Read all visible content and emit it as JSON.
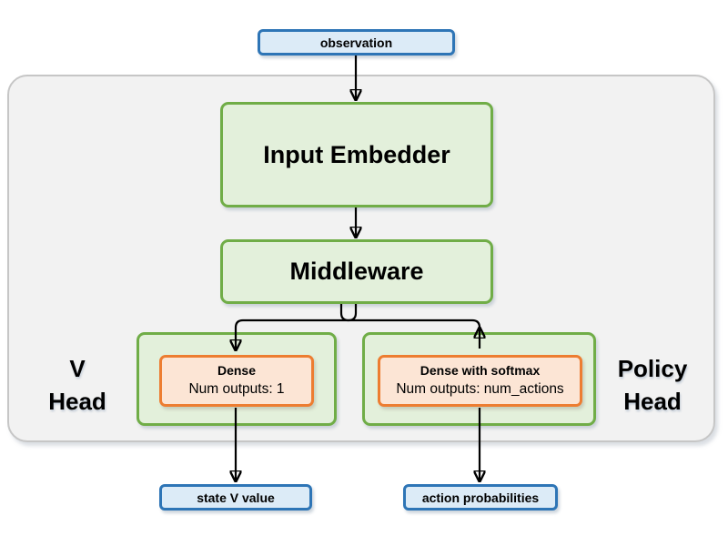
{
  "colors": {
    "blue_border": "#2e75b6",
    "blue_fill": "#dcebf7",
    "green_border": "#70ad47",
    "green_fill": "#e3f0db",
    "orange_border": "#ed7d31",
    "orange_fill": "#fce5d5",
    "container_fill": "#f2f2f2",
    "container_border": "#c6c6c6",
    "arrow_color": "#000000"
  },
  "nodes": {
    "observation": {
      "label": "observation"
    },
    "input_embedder": {
      "label": "Input Embedder"
    },
    "middleware": {
      "label": "Middleware"
    },
    "v_head": {
      "line1": "V",
      "line2": "Head"
    },
    "policy_head": {
      "line1": "Policy",
      "line2": "Head"
    },
    "dense": {
      "title": "Dense",
      "subtitle": "Num outputs: 1"
    },
    "dense_softmax": {
      "title": "Dense with softmax",
      "subtitle": "Num outputs: num_actions"
    },
    "state_v_value": {
      "label": "state V value"
    },
    "action_probabilities": {
      "label": "action probabilities"
    }
  }
}
